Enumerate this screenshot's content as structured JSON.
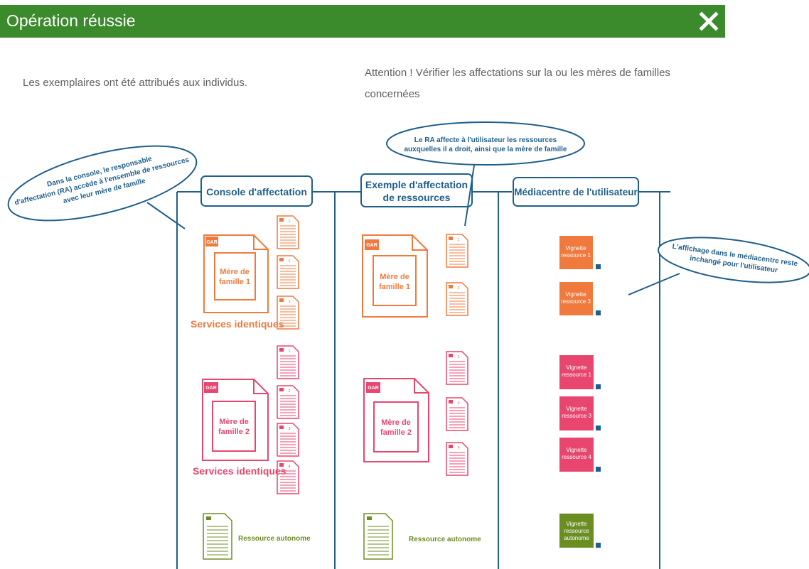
{
  "dialog": {
    "title": "Opération réussie",
    "close_icon": "close-icon",
    "message_left": "Les exemplaires ont été attribués aux individus.",
    "message_right": "Attention ! Vérifier les affectations sur la ou les mères de familles concernées"
  },
  "diagram": {
    "bubble_left": [
      "Dans la console, le responsable",
      "d'affectation (RA) accède à l'ensemble de ressources",
      "avec leur mère de famille"
    ],
    "bubble_top": [
      "Le RA affecte à l'utilisateur les ressources",
      "auxquelles il a droit, ainsi que la mère de famille"
    ],
    "bubble_right": [
      "L'affichage dans le médiacentre reste",
      "inchangé pour l'utilisateur"
    ],
    "col1_title": "Console d'affectation",
    "col2_title": [
      "Exemple d'affectation",
      "de ressources"
    ],
    "col3_title": "Médiacentre de l'utilisateur",
    "gar": "GAR",
    "mere1": [
      "Mère de",
      "famille 1"
    ],
    "mere2": [
      "Mère de",
      "famille 2"
    ],
    "services_identiques": "Services identiques",
    "ressource_autonome": "Ressource autonome",
    "doc_nums": [
      "1",
      "2",
      "3",
      "4"
    ],
    "vignettes_orange": [
      [
        "Vignette",
        "ressource 1"
      ],
      [
        "Vignette",
        "ressource 3"
      ]
    ],
    "vignettes_pink": [
      [
        "Vignette",
        "ressource 1"
      ],
      [
        "Vignette",
        "ressource 3"
      ],
      [
        "Vignette",
        "ressource 4"
      ]
    ],
    "vignette_green": [
      "Vignette",
      "ressource",
      "autonome"
    ]
  },
  "colors": {
    "header": "#3b8a2c",
    "orange": "#f07a3e",
    "pink": "#e8466e",
    "green": "#6b8e23",
    "blue": "#1f5f8b"
  }
}
